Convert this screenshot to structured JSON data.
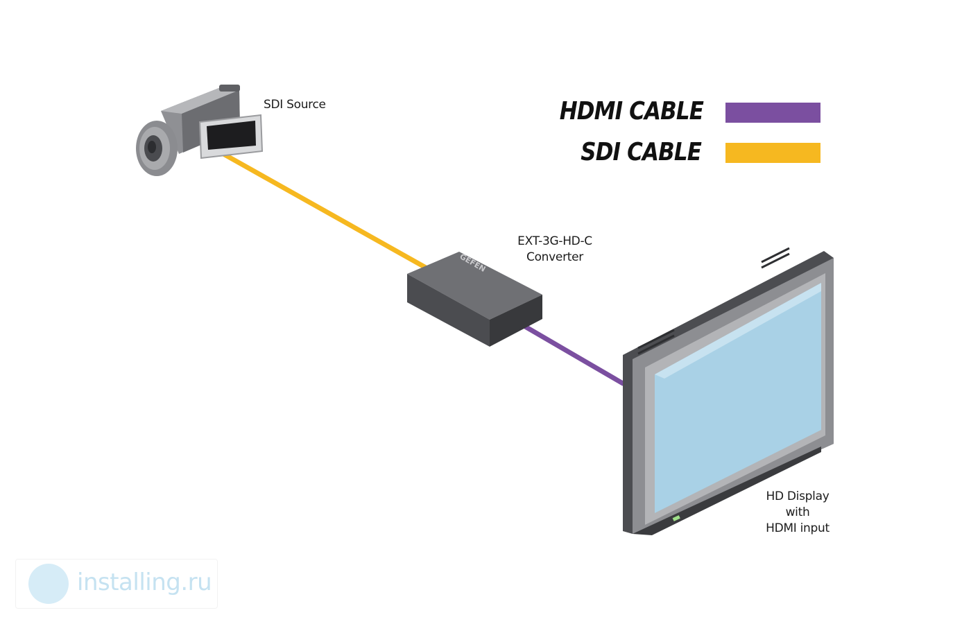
{
  "devices": {
    "source": {
      "label": "SDI Source"
    },
    "converter": {
      "label_line1": "EXT-3G-HD-C",
      "label_line2": "Converter",
      "brand": "GEFEN"
    },
    "display": {
      "label_line1": "HD Display",
      "label_line2": "with",
      "label_line3": "HDMI input"
    }
  },
  "legend": {
    "hdmi": {
      "label": "HDMI CABLE",
      "color": "#7b4fa0"
    },
    "sdi": {
      "label": "SDI CABLE",
      "color": "#f6b820"
    }
  },
  "watermark": {
    "text": "installing.ru"
  }
}
